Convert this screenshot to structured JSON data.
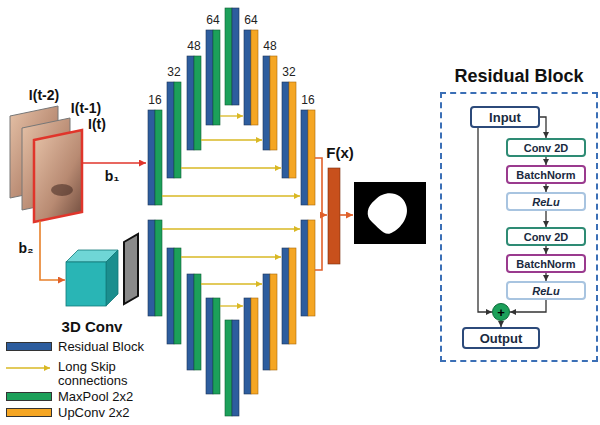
{
  "diagram": {
    "nodes": [
      {
        "text": [
          "Residual Block"
        ]
      },
      {
        "text": [
          "Input"
        ],
        "in": 0
      },
      {
        "text": [
          "Conv 2D"
        ],
        "in": 0
      },
      {
        "text": [
          "BatchNorm"
        ],
        "in": 0
      },
      {
        "text": [
          "ReLu"
        ],
        "in": 0
      },
      {
        "text": [
          "Conv 2D"
        ],
        "in": 0
      },
      {
        "text": [
          "BatchNorm"
        ],
        "in": 0
      },
      {
        "text": [
          "ReLu"
        ],
        "in": 0
      },
      {
        "text": [
          "+"
        ],
        "in": 0
      },
      {
        "text": [
          "Output"
        ],
        "in": 0
      }
    ],
    "edges": [
      {
        "from": 1,
        "to": 2,
        "arrow": "to"
      },
      {
        "from": 2,
        "to": 3,
        "arrow": "to"
      },
      {
        "from": 3,
        "to": 4,
        "arrow": "to"
      },
      {
        "from": 4,
        "to": 5,
        "arrow": "to"
      },
      {
        "from": 5,
        "to": 6,
        "arrow": "to"
      },
      {
        "from": 6,
        "to": 7,
        "arrow": "to"
      },
      {
        "from": 7,
        "to": 8,
        "arrow": "to"
      },
      {
        "from": 1,
        "to": 8,
        "arrow": "to"
      },
      {
        "from": 8,
        "to": 9,
        "arrow": "to"
      }
    ],
    "labels": [
      "I(t-2)",
      "I(t-1)",
      "I(t)",
      "b₁",
      "b₂",
      "3D Conv",
      "16",
      "32",
      "48",
      "64",
      "64",
      "48",
      "32",
      "16",
      "F(x)"
    ],
    "legend": [
      {
        "text": "Residual Block",
        "color": "#2d5d9e"
      },
      {
        "text": "Long Skip connections"
      },
      {
        "text": "MaxPool 2x2",
        "color": "#1ca05a"
      },
      {
        "text": "UpConv 2x2",
        "color": "#f5a623"
      }
    ]
  }
}
